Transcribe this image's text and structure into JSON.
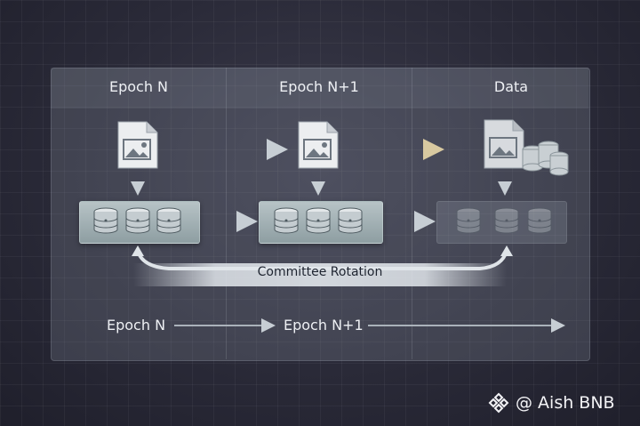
{
  "columns": [
    "Epoch N",
    "Epoch N+1",
    "Data"
  ],
  "rotation_label": "Committee Rotation",
  "timeline": {
    "left": "Epoch N",
    "right": "Epoch N+1"
  },
  "watermark": "@ Aish BNB",
  "colors": {
    "accent_arrow": "#d8c9a0",
    "panel": "#8c96a5",
    "cluster": "#a7b5b8"
  },
  "icons": [
    "document-icon",
    "database-icon",
    "binance-logo-icon"
  ]
}
